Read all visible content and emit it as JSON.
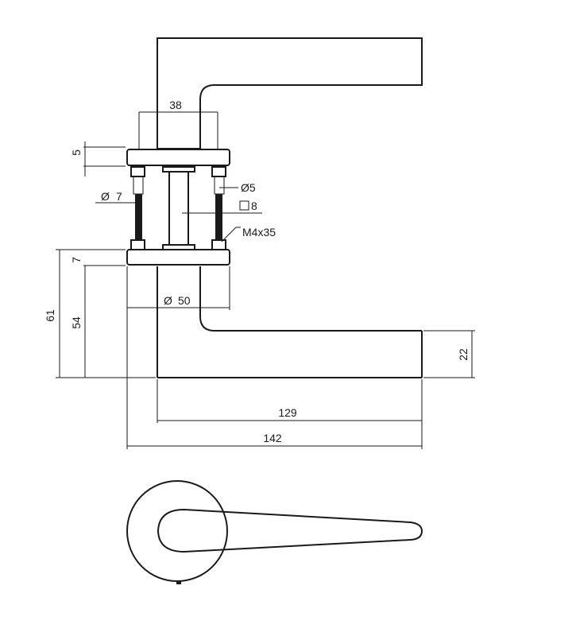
{
  "dimensions": {
    "rose_neck_width": "38",
    "rose_thickness_top": "5",
    "screw_hole_diameter_label": "7",
    "pin_diameter": "Ø5",
    "spindle_square_label": "8",
    "screw_spec": "M4x35",
    "rose_thickness_bottom": "7",
    "rose_diameter_label": "50",
    "total_height": "61",
    "lever_height": "54",
    "lever_end_height": "22",
    "lever_length": "129",
    "total_length": "142"
  },
  "colors": {
    "line": "#1a1a1a",
    "background": "#ffffff"
  }
}
